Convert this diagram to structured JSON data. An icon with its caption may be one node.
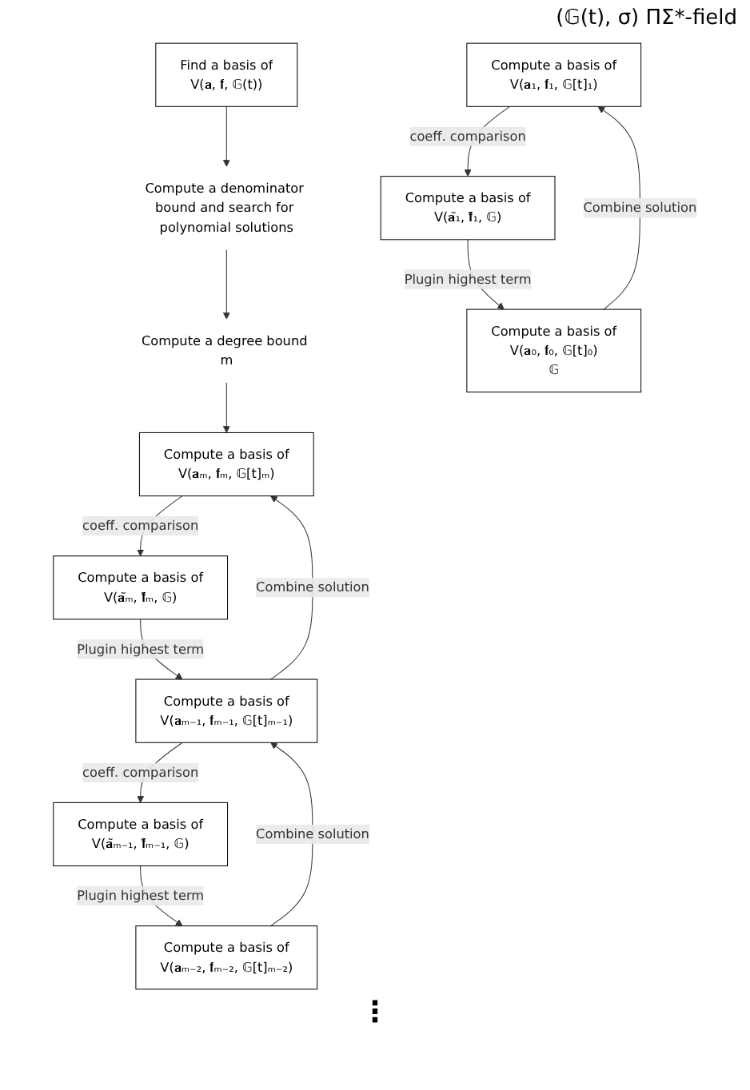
{
  "diagram": {
    "nodes": [
      {
        "text": [
          "Find a basis of",
          "V(𝐚, 𝐟, 𝔾(t))"
        ]
      },
      {
        "text": [
          "Compute a denominator bound and search for polynomial solutions"
        ]
      },
      {
        "text": [
          "Compute a degree bound m"
        ]
      },
      {
        "text": [
          "Compute a basis of",
          "V(𝐚ₘ, 𝐟ₘ, 𝔾[t]ₘ)"
        ]
      },
      {
        "text": [
          "Compute a basis of",
          "V(𝐚̃ₘ, 𝐟̃ₘ, 𝔾)"
        ]
      },
      {
        "text": [
          "Compute a basis of",
          "V(𝐚ₘ₋₁, 𝐟ₘ₋₁, 𝔾[t]ₘ₋₁)"
        ]
      },
      {
        "text": [
          "Compute a basis of",
          "V(𝐚̃ₘ₋₁, 𝐟̃ₘ₋₁, 𝔾)"
        ]
      },
      {
        "text": [
          "Compute a basis of",
          "V(𝐚ₘ₋₂, 𝐟ₘ₋₂, 𝔾[t]ₘ₋₂)"
        ]
      },
      {
        "text": [
          "Compute a basis of",
          "V(𝐚₁, 𝐟₁, 𝔾[t]₁)"
        ]
      },
      {
        "text": [
          "Compute a basis of",
          "V(𝐚̃₁, 𝐟̃₁, 𝔾)"
        ]
      },
      {
        "text": [
          "Compute a basis of",
          "V(𝐚₀, 𝐟₀, 𝔾[t]₀)",
          "𝔾"
        ]
      }
    ],
    "edges": [
      {
        "from": 0,
        "to": 1,
        "arrow": "to"
      },
      {
        "from": 1,
        "to": 2,
        "arrow": "to"
      },
      {
        "from": 2,
        "to": 3,
        "arrow": "to"
      },
      {
        "from": 3,
        "to": 4,
        "arrow": "to",
        "label": "coeff. comparison"
      },
      {
        "from": 4,
        "to": 5,
        "arrow": "to",
        "label": "Plugin highest term"
      },
      {
        "from": 5,
        "to": 3,
        "arrow": "to",
        "label": "Combine solution"
      },
      {
        "from": 5,
        "to": 6,
        "arrow": "to",
        "label": "coeff. comparison"
      },
      {
        "from": 6,
        "to": 7,
        "arrow": "to",
        "label": "Plugin highest term"
      },
      {
        "from": 7,
        "to": 5,
        "arrow": "to",
        "label": "Combine solution"
      },
      {
        "from": 8,
        "to": 9,
        "arrow": "to",
        "label": "coeff. comparison"
      },
      {
        "from": 9,
        "to": 10,
        "arrow": "to",
        "label": "Plugin highest term"
      },
      {
        "from": 10,
        "to": 8,
        "arrow": "to",
        "label": "Combine solution"
      }
    ],
    "labels": [
      "(𝔾(t), σ) ΠΣ*-field",
      "⋮"
    ]
  }
}
